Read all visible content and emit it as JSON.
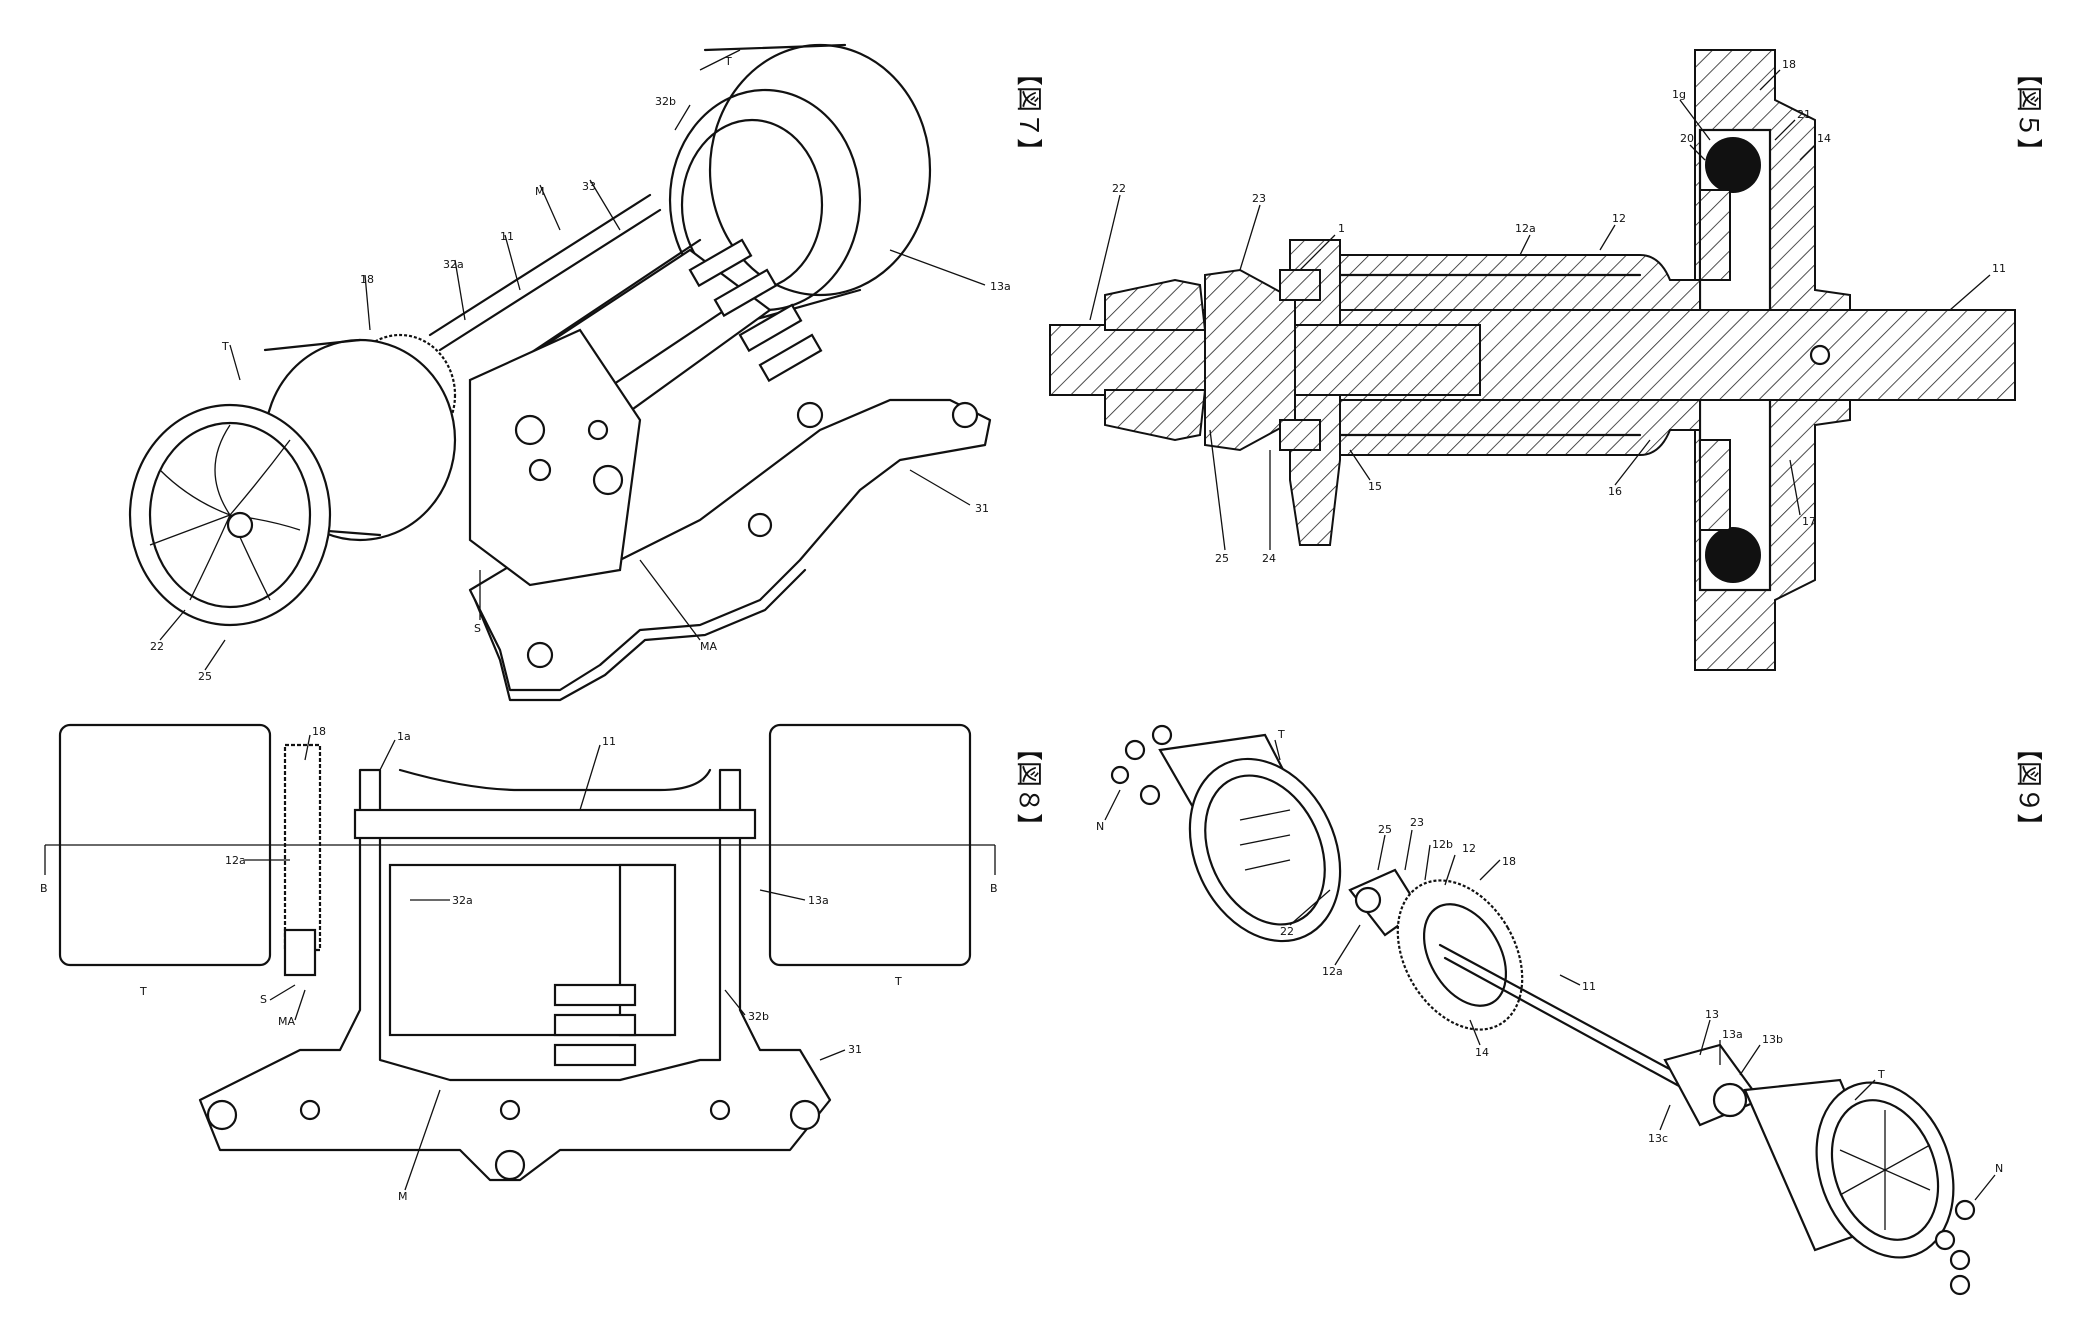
{
  "figures": [
    {
      "id": "fig7",
      "label": "【図７】"
    },
    {
      "id": "fig5",
      "label": "【図５】"
    },
    {
      "id": "fig8",
      "label": "【図８】"
    },
    {
      "id": "fig9",
      "label": "【図９】"
    }
  ],
  "fig7_labels": [
    "T",
    "32b",
    "M",
    "33",
    "32a",
    "11",
    "18",
    "T",
    "13a",
    "31",
    "S",
    "MA",
    "22",
    "25"
  ],
  "fig5_labels": [
    "22",
    "23",
    "1",
    "12a",
    "12",
    "18",
    "1g",
    "20",
    "21",
    "14",
    "11",
    "15",
    "16",
    "17",
    "25",
    "24"
  ],
  "fig8_labels": [
    "18",
    "1a",
    "11",
    "12a",
    "B",
    "32a",
    "13a",
    "B",
    "T",
    "T",
    "S",
    "MA",
    "32b",
    "31",
    "M"
  ],
  "fig9_labels": [
    "T",
    "N",
    "25",
    "23",
    "12b",
    "12",
    "18",
    "22",
    "12a",
    "11",
    "14",
    "13",
    "13a",
    "13b",
    "13c",
    "T",
    "N"
  ]
}
